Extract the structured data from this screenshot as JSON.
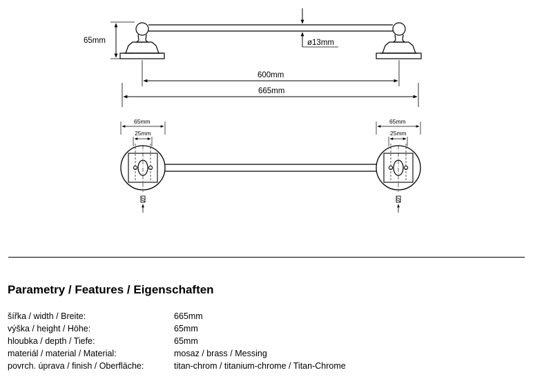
{
  "drawing": {
    "height_label": "65mm",
    "diameter_label": "ø13mm",
    "inner_length_label": "600mm",
    "total_length_label": "665mm",
    "left_base_width_label": "65mm",
    "left_hole_spacing_label": "25mm",
    "right_base_width_label": "65mm",
    "right_hole_spacing_label": "25mm"
  },
  "features": {
    "title": "Parametry / Features / Eigenschaften",
    "rows": [
      {
        "label": "šířka / width / Breite:",
        "value": "665mm"
      },
      {
        "label": "výška / height / Höhe:",
        "value": "65mm"
      },
      {
        "label": "hloubka / depth / Tiefe:",
        "value": "65mm"
      },
      {
        "label": "materiál / material / Material:",
        "value": "mosaz / brass / Messing"
      },
      {
        "label": "povrch. úprava / finish / Oberfläche:",
        "value": "titan-chrom / titanium-chrome / Titan-Chrome"
      }
    ]
  }
}
